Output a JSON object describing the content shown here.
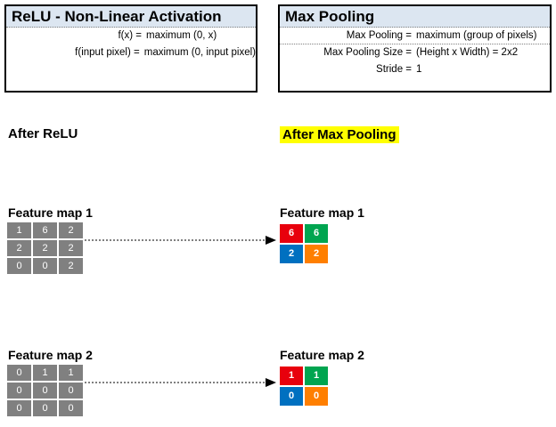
{
  "relu_box": {
    "title": "ReLU - Non-Linear Activation",
    "rows": [
      {
        "lhs": "f(x) =",
        "rhs": "maximum (0, x)"
      },
      {
        "lhs": "f(input pixel) =",
        "rhs": "maximum (0, input pixel)"
      }
    ]
  },
  "pooling_box": {
    "title": "Max Pooling",
    "rows": [
      {
        "lhs": "Max Pooling  =",
        "rhs": "maximum (group of pixels)"
      },
      {
        "lhs": "Max Pooling Size =",
        "rhs": "(Height x Width) = 2x2"
      },
      {
        "lhs": "Stride =",
        "rhs": "1"
      }
    ]
  },
  "captions": {
    "after_relu": "After ReLU",
    "after_pooling": "After Max Pooling",
    "highlight_color": "#ffff00"
  },
  "feature_maps": [
    {
      "left_label": "Feature map 1",
      "right_label": "Feature map 1",
      "input_grid": [
        [
          1,
          6,
          2
        ],
        [
          2,
          2,
          2
        ],
        [
          0,
          0,
          2
        ]
      ],
      "output_grid": [
        [
          6,
          6
        ],
        [
          2,
          2
        ]
      ],
      "output_colors": [
        [
          "#e8000d",
          "#00a550"
        ],
        [
          "#0070c0",
          "#ff7f00"
        ]
      ],
      "input_cell_color": "#808080"
    },
    {
      "left_label": "Feature map 2",
      "right_label": "Feature map 2",
      "input_grid": [
        [
          0,
          1,
          1
        ],
        [
          0,
          0,
          0
        ],
        [
          0,
          0,
          0
        ]
      ],
      "output_grid": [
        [
          1,
          1
        ],
        [
          0,
          0
        ]
      ],
      "output_colors": [
        [
          "#e8000d",
          "#00a550"
        ],
        [
          "#0070c0",
          "#ff7f00"
        ]
      ],
      "input_cell_color": "#808080"
    }
  ],
  "arrows": [
    {
      "name": "arrow-featuremap-1",
      "length": 215
    },
    {
      "name": "arrow-featuremap-2",
      "length": 215
    }
  ],
  "colors": {
    "box_header_bg": "#dce6f1",
    "box_border": "#000000",
    "grid_gray": "#808080",
    "red": "#e8000d",
    "green": "#00a550",
    "blue": "#0070c0",
    "orange": "#ff7f00"
  }
}
